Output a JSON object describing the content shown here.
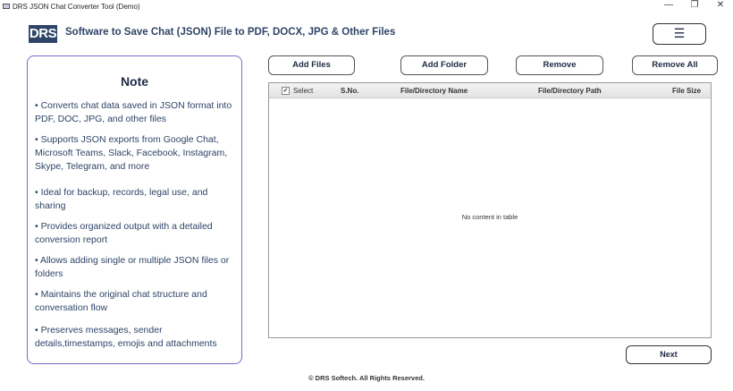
{
  "window": {
    "title": "DRS JSON Chat Converter Tool (Demo)",
    "minimize": "—",
    "restore": "❐",
    "close": "✕"
  },
  "header": {
    "logo": "DRS",
    "title": "Software to Save Chat (JSON) File to PDF, DOCX, JPG & Other Files",
    "menu": "☰"
  },
  "note": {
    "title": "Note",
    "items": [
      "• Converts chat data saved in JSON format into  PDF, DOC, JPG, and other files",
      "• Supports JSON exports from Google Chat, Microsoft Teams, Slack, Facebook, Instagram, Skype, Telegram, and more",
      "• Ideal for backup, records, legal use, and sharing",
      "• Provides organized output with a detailed conversion report",
      "• Allows adding single or multiple JSON files or folders",
      "• Maintains the original chat structure and conversation flow",
      "• Preserves messages, sender details,timestamps, emojis and attachments"
    ]
  },
  "toolbar": {
    "add_files": "Add Files",
    "add_folder": "Add Folder",
    "remove": "Remove",
    "remove_all": "Remove All"
  },
  "table": {
    "columns": [
      "Select",
      "S.No.",
      "File/Directory Name",
      "File/Directory Path",
      "File Size"
    ],
    "empty": "No content in table"
  },
  "next": "Next",
  "footer": "© DRS Softech. All Rights Reserved."
}
